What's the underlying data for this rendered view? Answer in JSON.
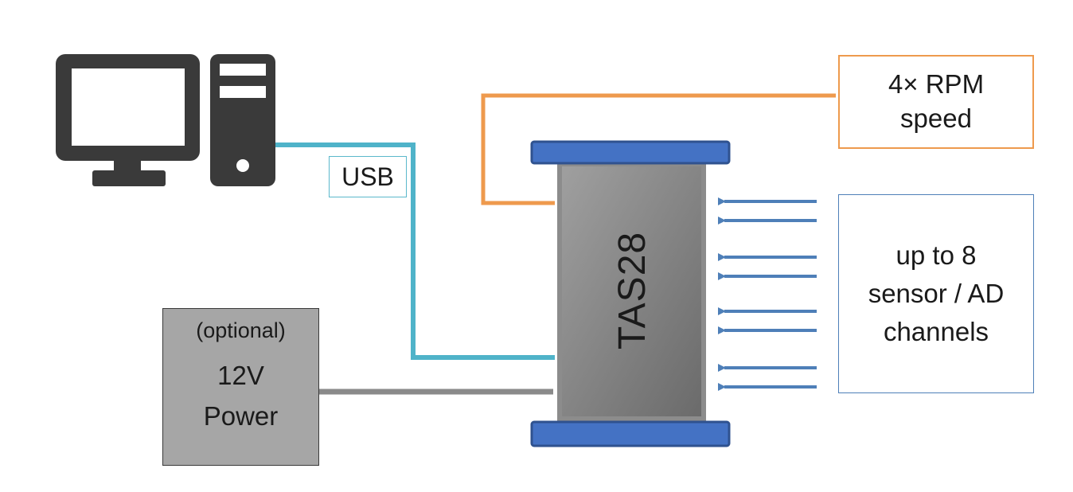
{
  "diagram": {
    "device": {
      "label": "TAS28"
    },
    "computer": {
      "icon": "desktop-computer-icon"
    },
    "usb": {
      "label": "USB",
      "color": "#4fb3c9"
    },
    "rpm": {
      "line1": "4× RPM",
      "line2": "speed",
      "color": "#ee9a4d"
    },
    "sensors": {
      "line1": "up to 8",
      "line2": "sensor / AD",
      "line3": "channels",
      "color": "#4e7fb8",
      "arrow_count": 8
    },
    "power": {
      "line1": "(optional)",
      "line2": "12V",
      "line3": "Power",
      "color": "#8a8a8a"
    }
  }
}
